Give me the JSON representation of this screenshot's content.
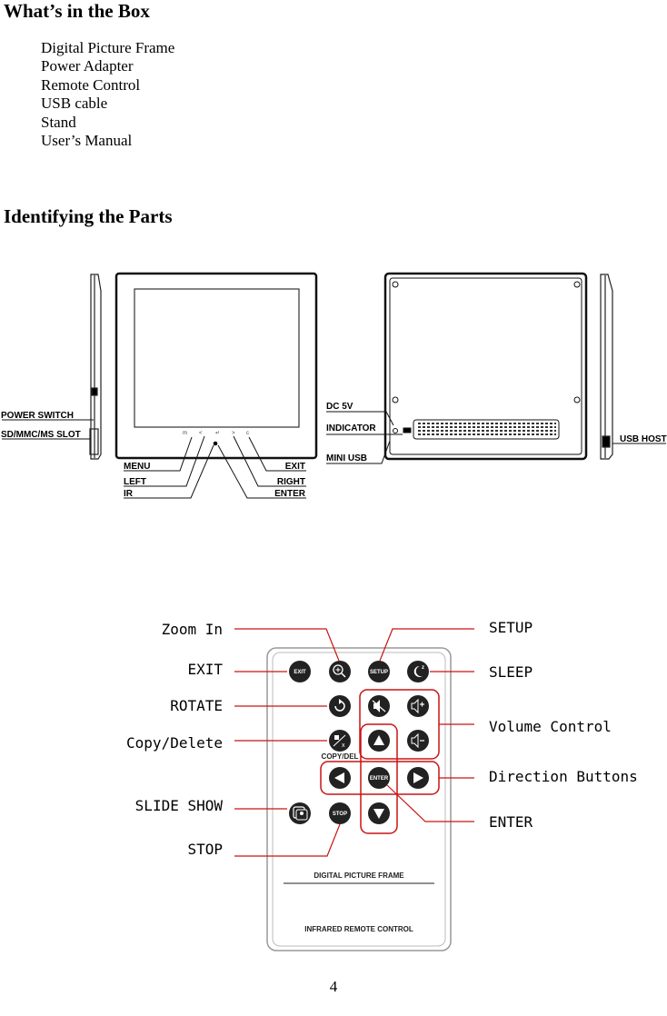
{
  "section_box": {
    "title": "What’s in the Box",
    "items": [
      "Digital Picture Frame",
      "Power Adapter",
      "Remote Control",
      "USB cable",
      "Stand",
      "User’s Manual"
    ]
  },
  "section_parts": {
    "title": "Identifying the Parts"
  },
  "frame_labels": {
    "power_switch": "POWER SWITCH",
    "card_slot": "SD/MMC/MS SLOT",
    "menu": "MENU",
    "left": "LEFT",
    "ir": "IR",
    "exit": "EXIT",
    "right": "RIGHT",
    "enter": "ENTER",
    "dc": "DC 5V",
    "indicator": "INDICATOR",
    "mini_usb": "MINI USB",
    "usb_host": "USB HOST"
  },
  "remote_labels": {
    "zoom_in": "Zoom In",
    "exit": "EXIT",
    "rotate": "ROTATE",
    "copy_delete": "Copy/Delete",
    "slide_show": "SLIDE SHOW",
    "stop": "STOP",
    "setup": "SETUP",
    "sleep": "SLEEP",
    "volume": "Volume Control",
    "direction": "Direction Buttons",
    "enter": "ENTER"
  },
  "remote_face": {
    "btn_exit": "EXIT",
    "btn_setup": "SETUP",
    "btn_enter": "ENTER",
    "btn_stop": "STOP",
    "copy_del": "COPY/DEL",
    "brand": "DIGITAL PICTURE FRAME",
    "sub": "INFRARED REMOTE CONTROL"
  },
  "page_number": "4"
}
